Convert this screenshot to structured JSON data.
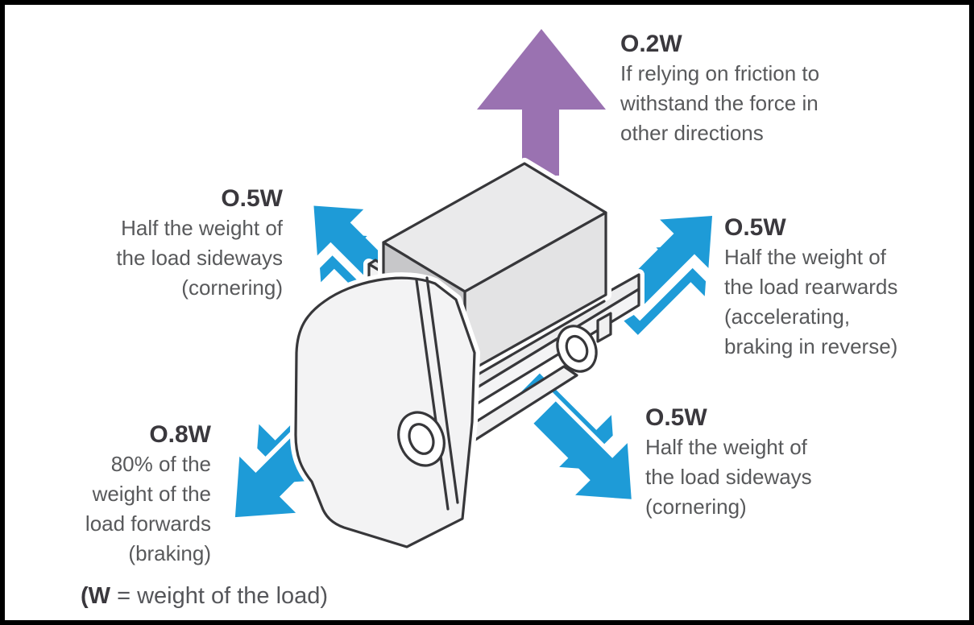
{
  "colors": {
    "arrow_blue": "#1E9BD7",
    "arrow_purple": "#9A72B1",
    "heading_text": "#3A383D",
    "body_text": "#58595B",
    "box_top": "#EAEAEB",
    "box_side": "#E3E3E4",
    "box_front": "#C7C7C9"
  },
  "annotations": {
    "up": {
      "value": "O.2W",
      "lines": [
        "If relying on friction to",
        "withstand the force in",
        "other directions"
      ]
    },
    "top_left": {
      "value": "O.5W",
      "lines": [
        "Half the weight of",
        "the load sideways",
        "(cornering)"
      ]
    },
    "right": {
      "value": "O.5W",
      "lines": [
        "Half the weight of",
        "the load rearwards",
        "(accelerating,",
        "braking in reverse)"
      ]
    },
    "bottom_right": {
      "value": "O.5W",
      "lines": [
        "Half the weight of",
        "the load sideways",
        "(cornering)"
      ]
    },
    "bottom_left": {
      "value": "O.8W",
      "lines": [
        "80% of the",
        "weight of the",
        "load forwards",
        "(braking)"
      ]
    },
    "legend": {
      "symbol": "(W",
      "rest": " = weight of the load)"
    }
  }
}
